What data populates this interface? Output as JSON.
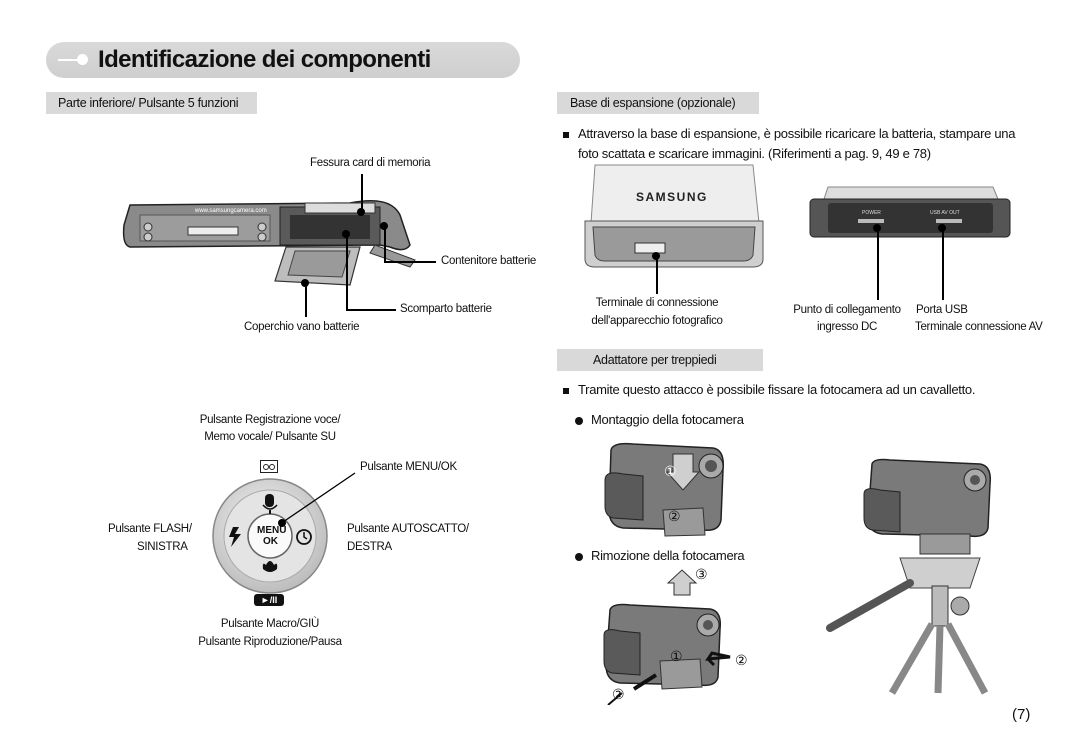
{
  "title": "Identificazione dei componenti",
  "left_section": "Parte inferiore/ Pulsante 5 funzioni",
  "bottom_labels": {
    "card_slot": "Fessura card di memoria",
    "battery_holder": "Contenitore batterie",
    "battery_compartment": "Scomparto batterie",
    "battery_cover": "Coperchio vano batterie",
    "camera_url": "www.samsungcamera.com"
  },
  "five_function": {
    "voice_line1": "Pulsante Registrazione voce/",
    "voice_line2": "Memo vocale/ Pulsante SU",
    "menu_ok": "Pulsante MENU/OK",
    "flash_line1": "Pulsante FLASH/",
    "flash_line2": "SINISTRA",
    "timer_line1": "Pulsante AUTOSCATTO/",
    "timer_line2": "DESTRA",
    "macro_line1": "Pulsante Macro/GIÙ",
    "macro_line2": "Pulsante Riproduzione/Pausa",
    "center_menu": "MENU",
    "center_ok": "OK"
  },
  "right_section": "Base di espansione (opzionale)",
  "dock_text_line1": "Attraverso la base di espansione, è possibile ricaricare la batteria, stampare una",
  "dock_text_line2": "foto scattata e scaricare immagini. (Riferimenti a pag. 9, 49 e 78)",
  "dock_brand": "SAMSUNG",
  "dock_labels": {
    "terminal_line1": "Terminale di connessione",
    "terminal_line2": "dell'apparecchio fotografico",
    "dc_line1": "Punto di collegamento",
    "dc_line2": "ingresso DC",
    "usb_line1": "Porta USB",
    "usb_line2": "Terminale connessione AV",
    "back_power": "POWER",
    "back_usb": "USB AV OUT"
  },
  "tripod_section": "Adattatore per treppiedi",
  "tripod_text": "Tramite questo attacco è possibile fissare la fotocamera ad un cavalletto.",
  "mount_label": "Montaggio della fotocamera",
  "remove_label": "Rimozione della fotocamera",
  "step_marks": {
    "one": "①",
    "two": "②",
    "three": "③"
  },
  "page_number": "(7)"
}
